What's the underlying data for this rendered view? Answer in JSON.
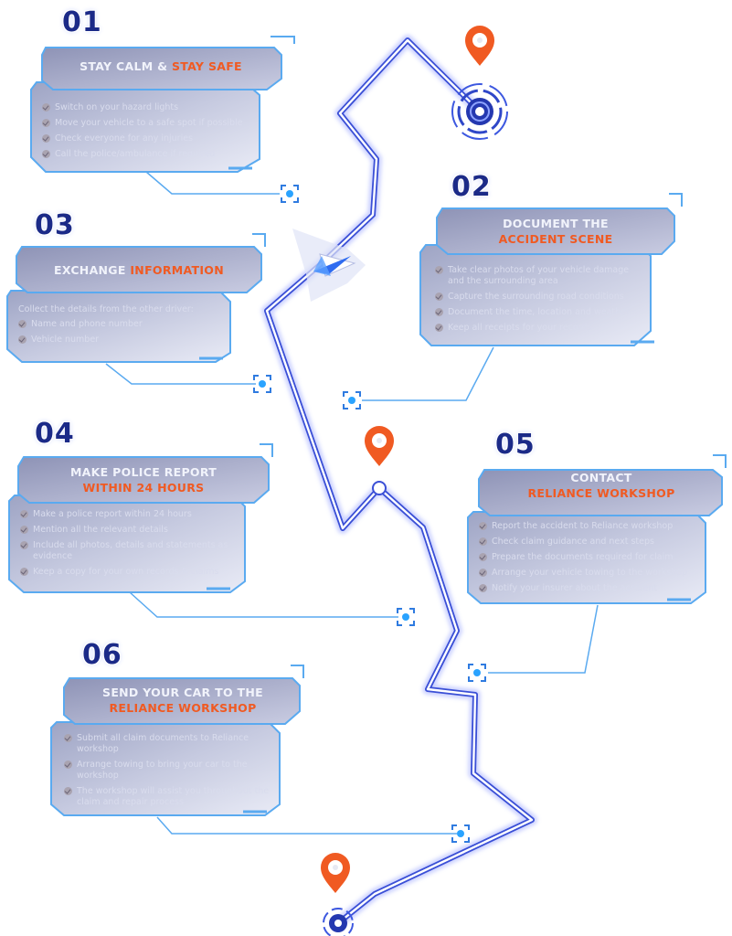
{
  "steps": [
    {
      "number": "01",
      "title_a": "STAY CALM & ",
      "title_b": "STAY SAFE",
      "items": [
        "Switch on your hazard lights",
        "Move your vehicle to a safe spot if possible",
        "Check everyone for any injuries",
        "Call the police/ambulance if required"
      ]
    },
    {
      "number": "02",
      "title_a": "DOCUMENT THE",
      "title_b": "ACCIDENT SCENE",
      "items": [
        "Take clear photos of your vehicle damage and the surrounding area",
        "Capture the surrounding road conditions",
        "Document the time, location and weather",
        "Keep all receipts for your records"
      ]
    },
    {
      "number": "03",
      "title_a": "EXCHANGE ",
      "title_b": "INFORMATION",
      "intro": "Collect the details from the other driver:",
      "items": [
        "Name and phone number",
        "Vehicle number"
      ]
    },
    {
      "number": "04",
      "title_a": "MAKE POLICE REPORT",
      "title_b": "WITHIN 24 HOURS",
      "items": [
        "Make a police report within 24 hours",
        "Mention all the relevant details",
        "Include all photos, details and statements as evidence",
        "Keep a copy for your own records & claims"
      ]
    },
    {
      "number": "05",
      "title_a": "CONTACT",
      "title_b": "RELIANCE WORKSHOP",
      "items": [
        "Report the accident to Reliance workshop",
        "Check claim guidance and next steps",
        "Prepare the documents required for claim",
        "Arrange your vehicle towing to the workshop",
        "Notify your insurer about the accident"
      ]
    },
    {
      "number": "06",
      "title_a": "SEND YOUR CAR TO THE",
      "title_b": "RELIANCE WORKSHOP",
      "items": [
        "Submit all claim documents to Reliance workshop",
        "Arrange towing to bring your car to the workshop",
        "The workshop will assist you throughout the claim and repair process"
      ]
    }
  ],
  "colors": {
    "accent": "#f05a22",
    "number": "#1b2a88",
    "frame": "#5aaaf0",
    "path": "#3a4fd6",
    "marker": "#f05a22"
  },
  "icons": [
    "location-pin-icon",
    "navigation-arrow-icon",
    "focus-target-icon",
    "check-bullet-icon"
  ]
}
